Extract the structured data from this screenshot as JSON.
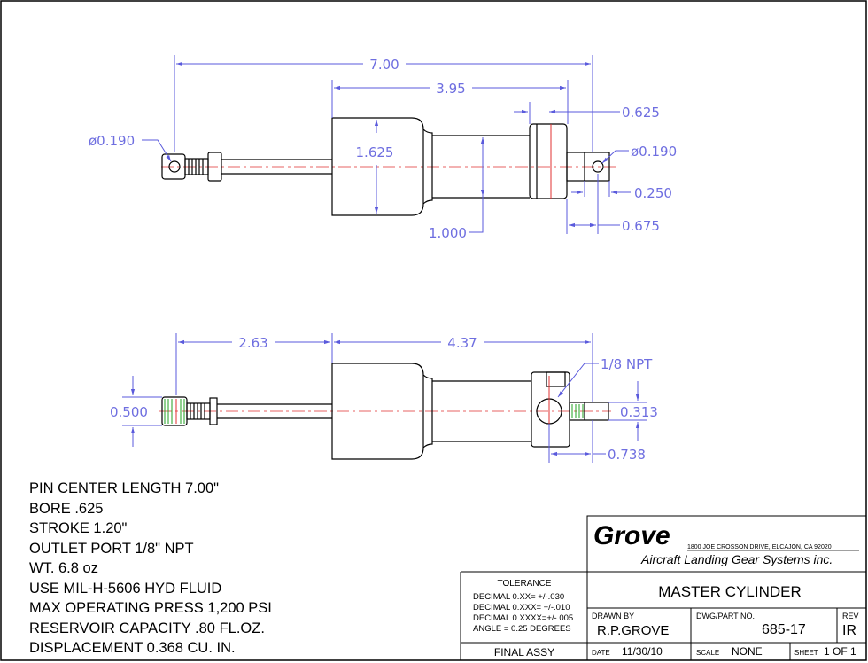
{
  "dimensions": {
    "top": {
      "overall": "7.00",
      "body_to_pin": "3.95",
      "cap_length": "0.625",
      "pin_dia_left": "ø0.190",
      "pin_dia_right": "ø0.190",
      "body_dia": "1.625",
      "barrel_dia": "1.000",
      "slot_width": "0.250",
      "pin_offset": "0.675"
    },
    "bottom": {
      "left_span": "2.63",
      "right_span": "4.37",
      "port": "1/8  NPT",
      "rod_end_dia": "0.500",
      "outlet_dia": "0.313",
      "outlet_offset": "0.738"
    }
  },
  "notes": [
    "PIN CENTER LENGTH 7.00\"",
    "BORE .625",
    "STROKE 1.20\"",
    "OUTLET PORT 1/8\" NPT",
    "WT. 6.8 oz",
    "USE MIL-H-5606 HYD FLUID",
    "MAX OPERATING PRESS 1,200 PSI",
    "RESERVOIR CAPACITY .80 FL.OZ.",
    "DISPLACEMENT 0.368 CU. IN."
  ],
  "title_block": {
    "company": "Grove",
    "address": "1800 JOE CROSSON DRIVE, ELCAJON, CA 92020",
    "subtitle": "Aircraft Landing Gear Systems inc.",
    "title": "MASTER CYLINDER",
    "tolerance_header": "TOLERANCE",
    "tolerance_lines": [
      "DECIMAL 0.XX=  +/-.030",
      "DECIMAL 0.XXX= +/-.010",
      "DECIMAL 0.XXXX=+/-.005",
      "ANGLE = 0.25 DEGREES"
    ],
    "drawn_by_label": "DRAWN BY",
    "drawn_by": "R.P.GROVE",
    "dwg_label": "DWG/PART NO.",
    "dwg_no": "685-17",
    "rev_label": "REV",
    "rev": "IR",
    "assembly": "FINAL ASSY",
    "date_label": "DATE",
    "date": "11/30/10",
    "scale_label": "SCALE",
    "scale": "NONE",
    "sheet_label": "SHEET",
    "sheet": "1 OF 1"
  }
}
